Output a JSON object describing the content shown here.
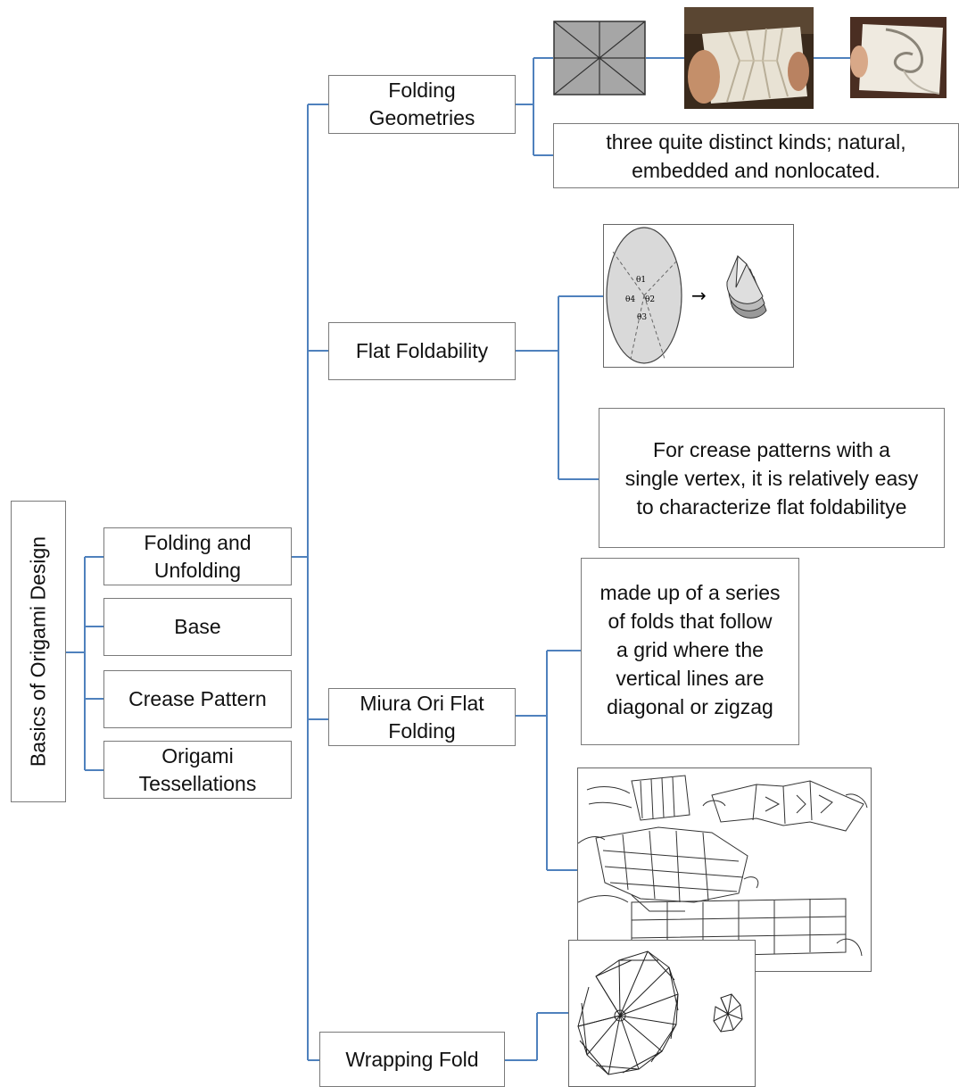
{
  "root": {
    "label": "Basics of Origami Design"
  },
  "level1": {
    "folding_unfolding": "Folding and\nUnfolding",
    "base": "Base",
    "crease_pattern": "Crease Pattern",
    "origami_tessellations": "Origami\nTessellations"
  },
  "level2": {
    "folding_geometries": "Folding\nGeometries",
    "flat_foldability": "Flat Foldability",
    "miura_ori": "Miura Ori Flat\nFolding",
    "wrapping_fold": "Wrapping Fold"
  },
  "descriptions": {
    "geometries": "three quite distinct kinds; natural,\nembedded and nonlocated.",
    "flat_foldability": "For crease patterns with a\nsingle vertex, it is relatively easy\nto characterize flat foldabilitye",
    "miura": "made up of a series\nof folds that follow\na grid where the\nvertical lines are\ndiagonal or zigzag"
  },
  "figure_labels": {
    "theta1": "θ1",
    "theta2": "θ2",
    "theta3": "θ3",
    "theta4": "θ4",
    "arrow": "→"
  },
  "colors": {
    "connector": "#4f81bd",
    "border": "#7a7a7a",
    "crease_gray": "#a6a6a6"
  }
}
